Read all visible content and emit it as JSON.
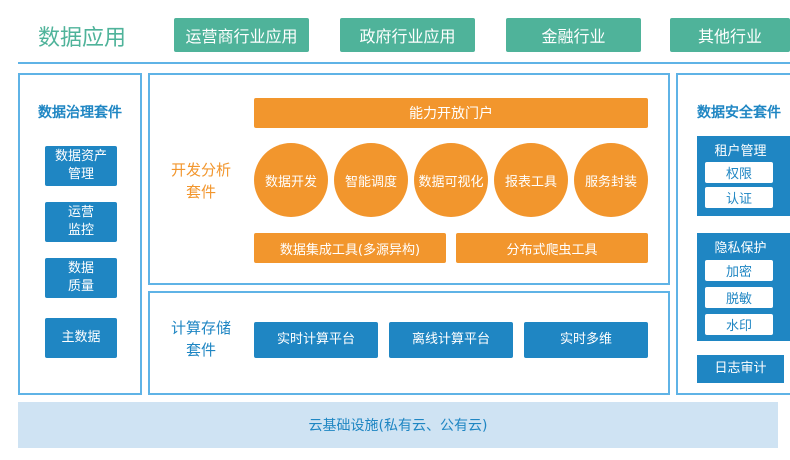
{
  "header": {
    "title": "数据应用",
    "apps": [
      "运营商行业应用",
      "政府行业应用",
      "金融行业",
      "其他行业"
    ]
  },
  "governance": {
    "title": "数据治理套件",
    "items": [
      [
        "数据资产",
        "管理"
      ],
      [
        "运营",
        "监控"
      ],
      [
        "数据",
        "质量"
      ],
      [
        "主数据"
      ]
    ]
  },
  "dev": {
    "title": [
      "开发分析",
      "套件"
    ],
    "portal": "能力开放门户",
    "circles": [
      "数据开发",
      "智能调度",
      "数据可视化",
      "报表工具",
      "服务封装"
    ],
    "bottom": [
      "数据集成工具(多源异构)",
      "分布式爬虫工具"
    ]
  },
  "compute": {
    "title": [
      "计算存储",
      "套件"
    ],
    "items": [
      "实时计算平台",
      "离线计算平台",
      "实时多维"
    ]
  },
  "security": {
    "title": "数据安全套件",
    "tenant": {
      "title": "租户管理",
      "items": [
        "权限",
        "认证"
      ]
    },
    "privacy": {
      "title": "隐私保护",
      "items": [
        "加密",
        "脱敏",
        "水印"
      ]
    },
    "audit": "日志审计"
  },
  "footer": "云基础设施(私有云、公有云)"
}
